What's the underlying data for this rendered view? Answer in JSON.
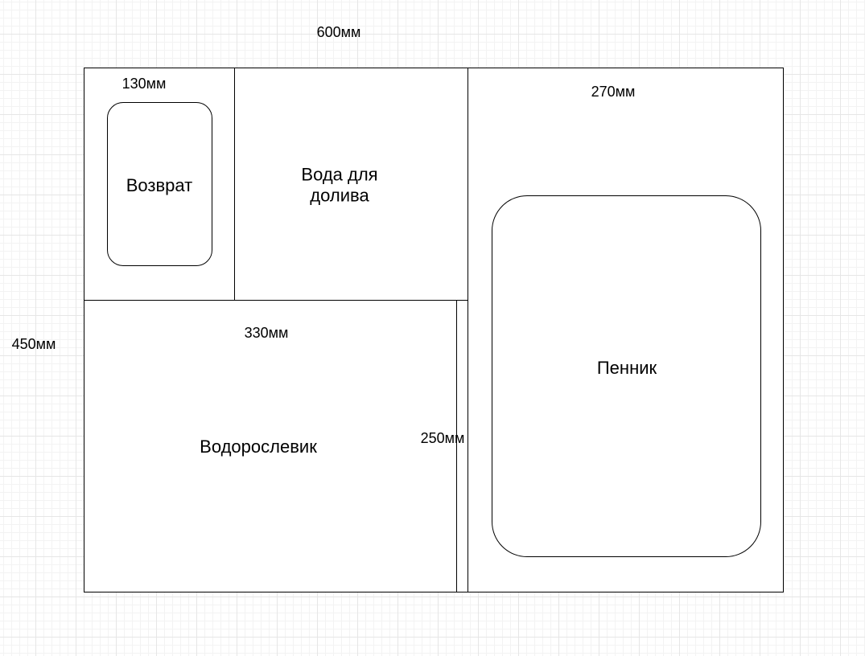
{
  "dimensions": {
    "total_width": "600мм",
    "total_height": "450мм",
    "return_width": "130мм",
    "skimmer_width": "270мм",
    "algae_width": "330мм",
    "algae_height": "250мм"
  },
  "zones": {
    "return": "Возврат",
    "topoff_line1": "Вода для",
    "topoff_line2": "долива",
    "algae": "Водорослевик",
    "skimmer": "Пенник"
  },
  "colors": {
    "stroke": "#000000",
    "background": "#ffffff",
    "grid": "#e6e6e6"
  }
}
